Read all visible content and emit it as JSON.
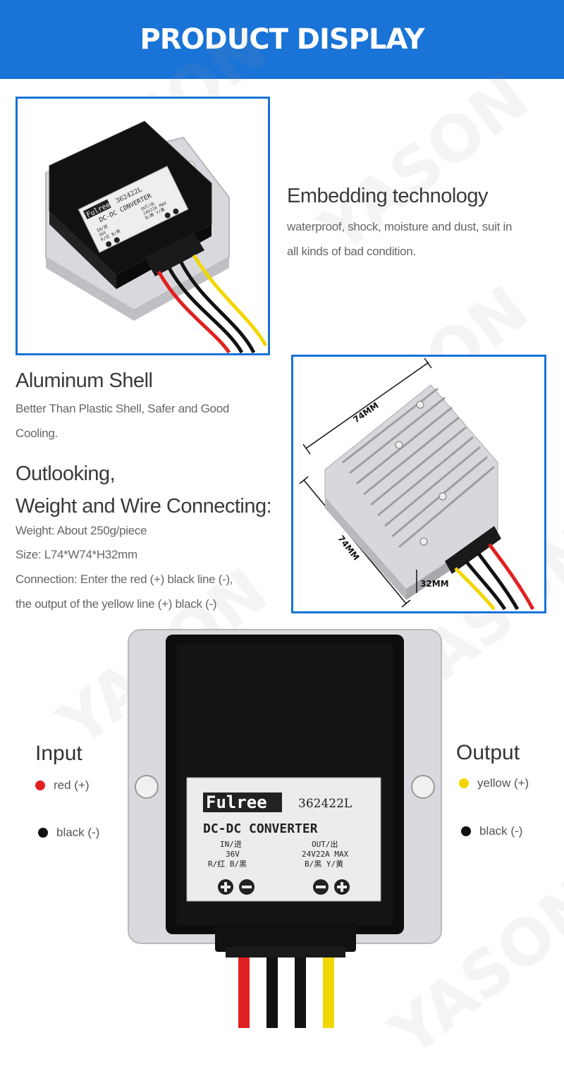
{
  "header": {
    "title": "PRODUCT DISPLAY"
  },
  "watermark": {
    "text": "YASON"
  },
  "embedding": {
    "title": "Embedding technology",
    "line1": "waterproof, shock, moisture and dust, suit in",
    "line2": "all kinds of bad condition."
  },
  "aluminum": {
    "title": "Aluminum Shell",
    "line1": "Better Than Plastic Shell, Safer and Good",
    "line2": "Cooling."
  },
  "outlooking": {
    "title1": "Outlooking,",
    "title2": "Weight and Wire Connecting:",
    "weight": "Weight: About 250g/piece",
    "size": "Size: L74*W74*H32mm",
    "connection1": "Connection: Enter the red (+) black line (-),",
    "connection2": "the output of the yellow line (+) black (-)"
  },
  "dimensions": {
    "length": "74MM",
    "width": "74MM",
    "height": "32MM"
  },
  "label": {
    "brand": "Fulree",
    "model": "362422L",
    "type": "DC-DC CONVERTER",
    "in_title": "IN/进",
    "in_voltage": "36V",
    "in_wires": "R/红 B/黑",
    "out_title": "OUT/出",
    "out_rating": "24V22A MAX",
    "out_wires": "B/黑 Y/黄"
  },
  "small_label": {
    "brand": "Fulree",
    "model": "362422L",
    "type": "DC-DC CONVERTER",
    "in_title": "IN/进",
    "in_voltage": "36V",
    "in_wires": "R/红 B/黑",
    "out_title": "OUT/出",
    "out_rating": "24V22A MAX",
    "out_wires": "B/黑 Y/黄"
  },
  "input": {
    "title": "Input",
    "red": "red (+)",
    "black": "black (-)"
  },
  "output": {
    "title": "Output",
    "yellow": "yellow (+)",
    "black": "black (-)"
  },
  "colors": {
    "accent": "#1a73d6",
    "red_wire": "#e02020",
    "yellow_wire": "#f2d600",
    "black_wire": "#111111"
  }
}
